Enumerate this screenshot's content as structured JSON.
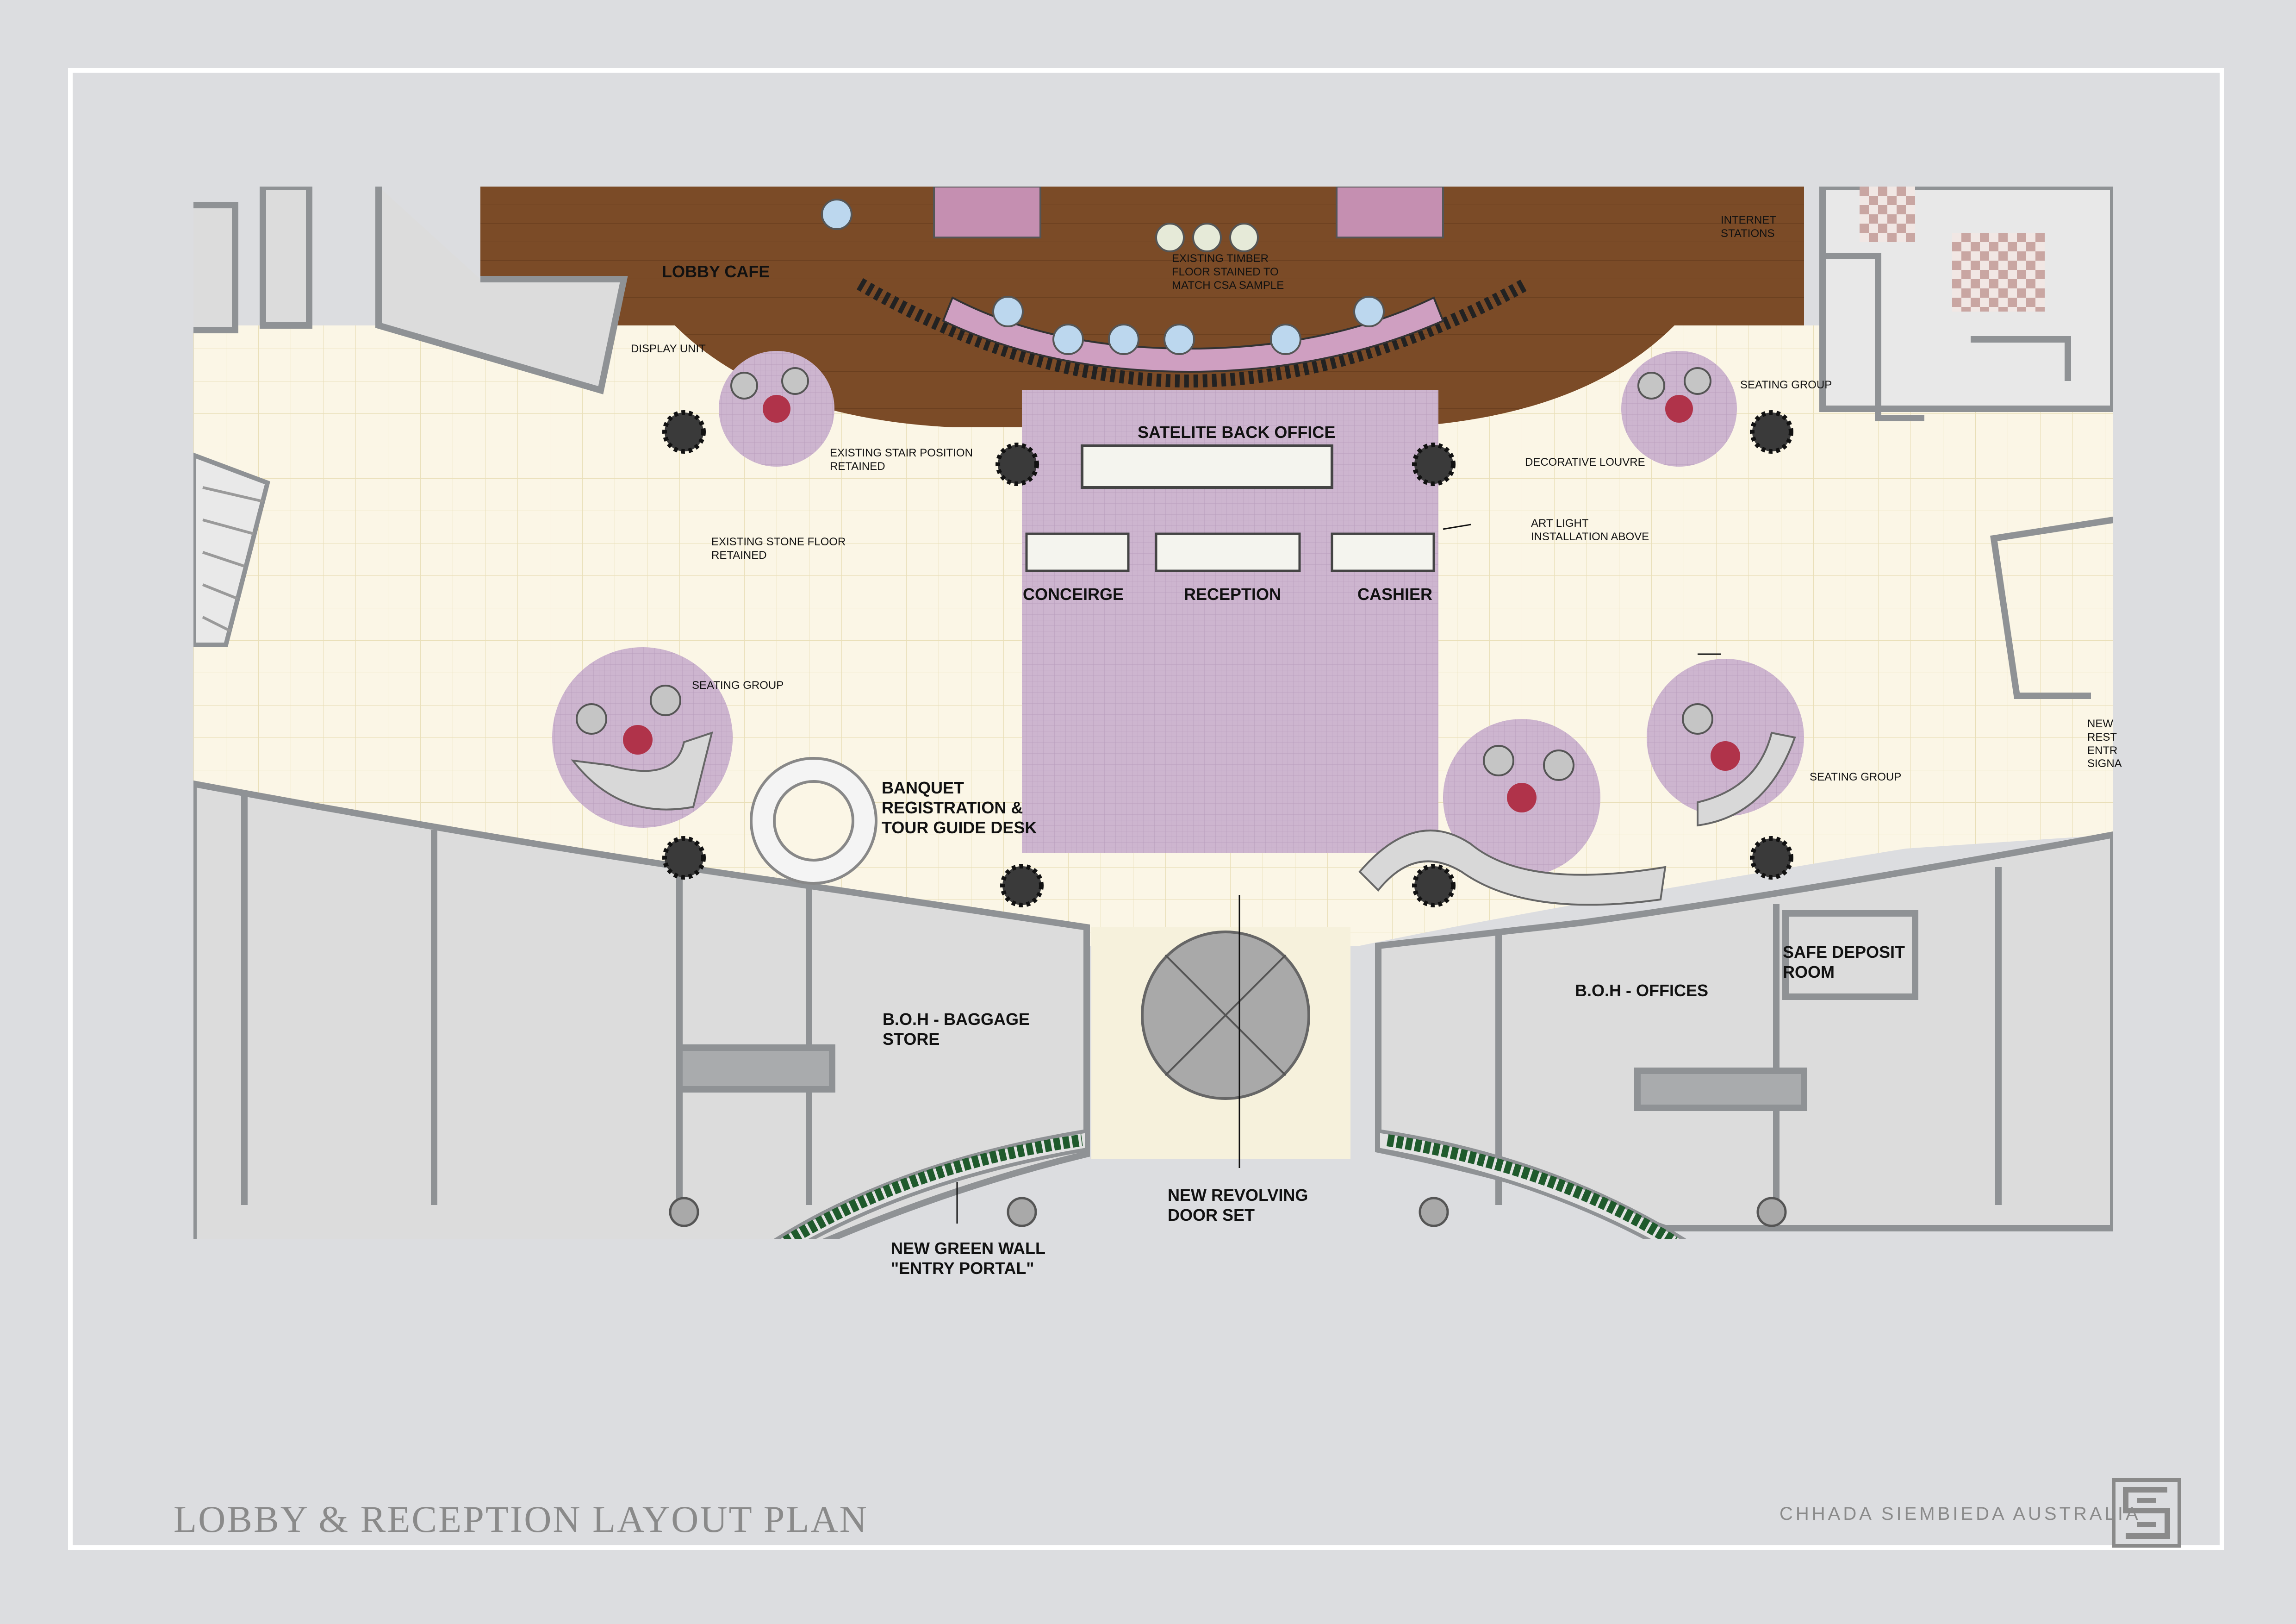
{
  "labels": {
    "lobby_cafe": "LOBBY CAFE",
    "display_unit": "DISPLAY UNIT",
    "existing_timber": "EXISTING TIMBER\nFLOOR STAINED TO\nMATCH CSA SAMPLE",
    "internet_stations": "INTERNET\nSTATIONS",
    "seating_group_1": "SEATING GROUP",
    "seating_group_2": "SEATING GROUP",
    "seating_group_3": "SEATING GROUP",
    "satelite_back_office": "SATELITE BACK OFFICE",
    "existing_stair": "EXISTING STAIR POSITION\nRETAINED",
    "decorative_louvre": "DECORATIVE LOUVRE",
    "art_light": "ART LIGHT\nINSTALLATION ABOVE",
    "existing_stone": "EXISTING STONE FLOOR\nRETAINED",
    "concierge": "CONCEIRGE",
    "reception": "RECEPTION",
    "cashier": "CASHIER",
    "banquet": "BANQUET\nREGISTRATION &\nTOUR GUIDE DESK",
    "new_rest_entry": "NEW\nREST\nENTR\nSIGNA",
    "boh_baggage": "B.O.H - BAGGAGE\nSTORE",
    "boh_offices": "B.O.H -  OFFICES",
    "safe_deposit": "SAFE DEPOSIT\nROOM",
    "revolving_door": "NEW REVOLVING\nDOOR SET",
    "green_wall": "NEW GREEN WALL\n\"ENTRY PORTAL\""
  },
  "title": "LOBBY & RECEPTION LAYOUT PLAN",
  "firm": "CHHADA SIEMBIEDA AUSTRALIA",
  "colors": {
    "floor": "#fbf6e6",
    "timber": "#7a4a26",
    "wall": "#8f9295",
    "room": "#dcdcdc",
    "carpet": "#cbb2cc",
    "table": "#b0334a",
    "plant": "#1f5a2c",
    "frame": "#ffffff",
    "title_grey": "#8a8a8a"
  }
}
